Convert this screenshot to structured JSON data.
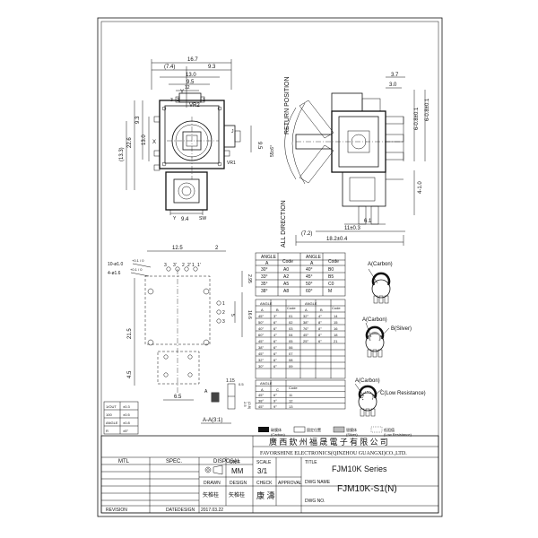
{
  "top_view": {
    "dims": [
      "16.7",
      "(7.4)",
      "9.3",
      "13.0",
      "9.5",
      "12",
      "9.3",
      "13.0",
      "22.6",
      "(13.3)",
      "9.5",
      "9.4"
    ],
    "labels": [
      "Y",
      "X",
      "VR2",
      "VR1",
      "J",
      "SW",
      "Y",
      "3",
      "2",
      "1"
    ]
  },
  "side_view": {
    "dims": [
      "3.7",
      "3.0",
      "6-0.8±0.1",
      "6-0.8±0.1",
      "55±6°",
      "4-1.0",
      "6.1",
      "11±0.3",
      "(7.2)",
      "18.2±0.4"
    ],
    "return_label": "RETURN POSITION",
    "all_label": "ALL DIRECTION"
  },
  "footprint": {
    "dims": [
      "12.5",
      "2",
      "10-ø1.0",
      "+0.1 / 0",
      "4-ø1.6",
      "+0.1 / 0",
      "2.95",
      "5",
      "16.6",
      "21.5",
      "4.5",
      "6.5",
      "1.15",
      "0.5",
      "2.5",
      "(2.8)"
    ],
    "pin_labels": [
      "3",
      "3'",
      "2",
      "2'",
      "1",
      "1'",
      "1",
      "2",
      "3",
      "3'",
      "2'",
      "1'"
    ],
    "section_label": "A-A(3:1)",
    "a_label": "A"
  },
  "angle_table_1": {
    "head": [
      "ANGLE",
      "Code",
      "ANGLE",
      "Code"
    ],
    "sub": [
      "A",
      "A"
    ],
    "rows": [
      [
        "30°",
        "A0",
        "40°",
        "B0"
      ],
      [
        "33°",
        "A2",
        "45°",
        "B5"
      ],
      [
        "35°",
        "A5",
        "50°",
        "C0"
      ],
      [
        "38°",
        "A8",
        "60°",
        "M"
      ]
    ]
  },
  "angle_table_2": {
    "head": [
      "ANGLE",
      "Code",
      "ANGLE",
      "Code"
    ],
    "sub": [
      "A",
      "B",
      "A",
      "B"
    ],
    "rows": [
      [
        "45°",
        "3°",
        "01",
        "32°",
        "4°",
        "14"
      ],
      [
        "50°",
        "6°",
        "02",
        "38°",
        "8°",
        "15"
      ],
      [
        "40°",
        "6°",
        "03",
        "76°",
        "8°",
        "16"
      ],
      [
        "60°",
        "4°",
        "04",
        "45°",
        "8°",
        "18"
      ],
      [
        "45°",
        "6°",
        "05",
        "25°",
        "6°",
        "21"
      ],
      [
        "38°",
        "6°",
        "06",
        "",
        "",
        " "
      ],
      [
        "45°",
        "6°",
        "07",
        "",
        "",
        ""
      ],
      [
        "32°",
        "6°",
        "08",
        "",
        "",
        ""
      ],
      [
        "30°",
        "6°",
        "09",
        "",
        "",
        ""
      ]
    ]
  },
  "angle_table_3": {
    "head": [
      "ANGLE",
      "Code"
    ],
    "sub": [
      "A",
      "C"
    ],
    "rows": [
      [
        "45°",
        "6°",
        "11"
      ],
      [
        "38°",
        "9°",
        "12"
      ],
      [
        "45°",
        "9°",
        "13"
      ]
    ]
  },
  "tolerance": {
    "rows": [
      [
        "1/OUT",
        "±0.3"
      ],
      [
        "100",
        "±0.5"
      ],
      [
        "ANGLE",
        "±0.8"
      ],
      [
        "R",
        "±5°"
      ]
    ]
  },
  "legend": {
    "items": [
      "碳膜体",
      "(Carbon)",
      "银膜体",
      "(Silver)",
      "低阻值",
      "(Low Resistance)"
    ],
    "mid_label": "固定位置"
  },
  "resistors": {
    "r1": [
      "A(Carbon)"
    ],
    "r2": [
      "A(Carbon)",
      "B(Silver)"
    ],
    "r3": [
      "A(Carbon)",
      "C(Low Resistance)"
    ]
  },
  "title_block": {
    "company_cn": "廣 西 欽 州 福 晟 電 子 有 限 公 司",
    "company_en": "FAVORSHINE ELECTRONICS(QINZHOU GUANGXI)CO.,LTD.",
    "mtl": "MTL",
    "spec": "SPEC.",
    "disposal": "DISPOSAL",
    "unit_label": "UNIT",
    "unit_value": "MM",
    "scale_label": "SCALE",
    "scale_value": "3/1",
    "title_label": "TITLE",
    "title_value": "FJM10K  Series",
    "dwg_name_label": "DWG NAME",
    "dwg_name_value": "FJM10K-S1(N)",
    "dwg_no_label": "DWG NO.",
    "drawn": "DRAWN",
    "design": "DESIGN",
    "check": "CHECK",
    "approval": "APPROVAL",
    "drawn_name": "矢椎桂",
    "design_name": "矢椎桂",
    "check_name": "康 濤",
    "date": "2017.03.22",
    "revision": "REVISION",
    "date_label": "DATE",
    "design_label": "DESIGN"
  }
}
